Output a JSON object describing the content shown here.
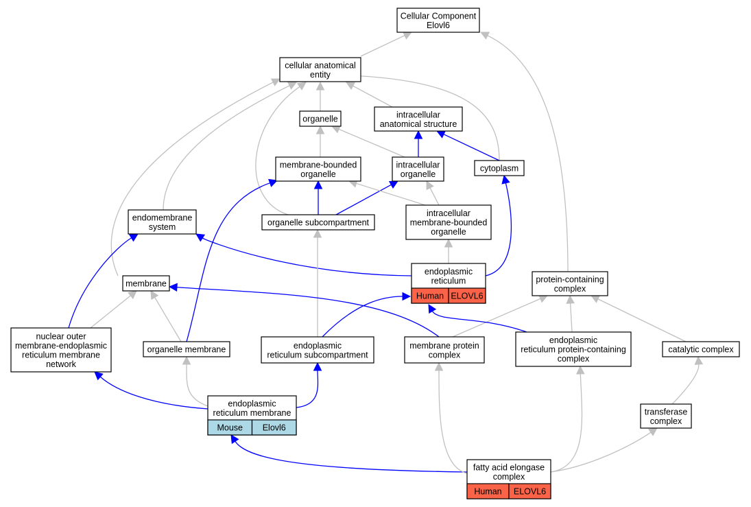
{
  "colors": {
    "human": "#fa6347",
    "mouse": "#add8e6",
    "is_a_edge": "#c0c0c0",
    "part_of_edge": "#0000ff"
  },
  "nodes": [
    {
      "id": "cc_root",
      "lines": [
        "Cellular Component",
        "Elovl6"
      ]
    },
    {
      "id": "cellular_anatomical_entity",
      "lines": [
        "cellular anatomical",
        "entity"
      ]
    },
    {
      "id": "organelle",
      "lines": [
        "organelle"
      ]
    },
    {
      "id": "intracellular_anatomical_structure",
      "lines": [
        "intracellular",
        "anatomical structure"
      ]
    },
    {
      "id": "membrane_bounded_organelle",
      "lines": [
        "membrane-bounded",
        "organelle"
      ]
    },
    {
      "id": "intracellular_organelle",
      "lines": [
        "intracellular",
        "organelle"
      ]
    },
    {
      "id": "cytoplasm",
      "lines": [
        "cytoplasm"
      ]
    },
    {
      "id": "endomembrane_system",
      "lines": [
        "endomembrane",
        "system"
      ]
    },
    {
      "id": "organelle_subcompartment",
      "lines": [
        "organelle subcompartment"
      ]
    },
    {
      "id": "intracellular_membrane_bounded_organelle",
      "lines": [
        "intracellular",
        "membrane-bounded",
        "organelle"
      ]
    },
    {
      "id": "endoplasmic_reticulum",
      "lines": [
        "endoplasmic",
        "reticulum"
      ],
      "annotation": {
        "species": "Human",
        "gene": "ELOVL6"
      }
    },
    {
      "id": "protein_containing_complex",
      "lines": [
        "protein-containing",
        "complex"
      ]
    },
    {
      "id": "membrane",
      "lines": [
        "membrane"
      ]
    },
    {
      "id": "nuclear_outer_membrane_er_network",
      "lines": [
        "nuclear outer",
        "membrane-endoplasmic",
        "reticulum membrane",
        "network"
      ]
    },
    {
      "id": "organelle_membrane",
      "lines": [
        "organelle membrane"
      ]
    },
    {
      "id": "er_subcompartment",
      "lines": [
        "endoplasmic",
        "reticulum subcompartment"
      ]
    },
    {
      "id": "membrane_protein_complex",
      "lines": [
        "membrane protein",
        "complex"
      ]
    },
    {
      "id": "er_protein_containing_complex",
      "lines": [
        "endoplasmic",
        "reticulum protein-containing",
        "complex"
      ]
    },
    {
      "id": "catalytic_complex",
      "lines": [
        "catalytic complex"
      ]
    },
    {
      "id": "er_membrane",
      "lines": [
        "endoplasmic",
        "reticulum membrane"
      ],
      "annotation": {
        "species": "Mouse",
        "gene": "Elovl6"
      }
    },
    {
      "id": "transferase_complex",
      "lines": [
        "transferase",
        "complex"
      ]
    },
    {
      "id": "fatty_acid_elongase_complex",
      "lines": [
        "fatty acid elongase",
        "complex"
      ],
      "annotation": {
        "species": "Human",
        "gene": "ELOVL6"
      }
    }
  ],
  "edges": [
    {
      "from": "cellular_anatomical_entity",
      "to": "cc_root",
      "type": "is_a"
    },
    {
      "from": "protein_containing_complex",
      "to": "cc_root",
      "type": "is_a"
    },
    {
      "from": "organelle",
      "to": "cellular_anatomical_entity",
      "type": "is_a"
    },
    {
      "from": "intracellular_anatomical_structure",
      "to": "cellular_anatomical_entity",
      "type": "is_a"
    },
    {
      "from": "cytoplasm",
      "to": "cellular_anatomical_entity",
      "type": "is_a"
    },
    {
      "from": "endomembrane_system",
      "to": "cellular_anatomical_entity",
      "type": "is_a"
    },
    {
      "from": "membrane",
      "to": "cellular_anatomical_entity",
      "type": "is_a"
    },
    {
      "from": "organelle_subcompartment",
      "to": "cellular_anatomical_entity",
      "type": "is_a"
    },
    {
      "from": "membrane_bounded_organelle",
      "to": "organelle",
      "type": "is_a"
    },
    {
      "from": "intracellular_organelle",
      "to": "organelle",
      "type": "is_a"
    },
    {
      "from": "intracellular_organelle",
      "to": "intracellular_anatomical_structure",
      "type": "part_of"
    },
    {
      "from": "cytoplasm",
      "to": "intracellular_anatomical_structure",
      "type": "part_of"
    },
    {
      "from": "organelle_subcompartment",
      "to": "membrane_bounded_organelle",
      "type": "part_of"
    },
    {
      "from": "organelle_subcompartment",
      "to": "intracellular_organelle",
      "type": "part_of"
    },
    {
      "from": "intracellular_membrane_bounded_organelle",
      "to": "membrane_bounded_organelle",
      "type": "is_a"
    },
    {
      "from": "intracellular_membrane_bounded_organelle",
      "to": "intracellular_organelle",
      "type": "is_a"
    },
    {
      "from": "endoplasmic_reticulum",
      "to": "intracellular_membrane_bounded_organelle",
      "type": "is_a"
    },
    {
      "from": "endoplasmic_reticulum",
      "to": "endomembrane_system",
      "type": "part_of"
    },
    {
      "from": "endoplasmic_reticulum",
      "to": "cytoplasm",
      "type": "part_of"
    },
    {
      "from": "er_subcompartment",
      "to": "organelle_subcompartment",
      "type": "is_a"
    },
    {
      "from": "er_subcompartment",
      "to": "endoplasmic_reticulum",
      "type": "part_of"
    },
    {
      "from": "organelle_membrane",
      "to": "membrane_bounded_organelle",
      "type": "part_of"
    },
    {
      "from": "organelle_membrane",
      "to": "membrane",
      "type": "is_a"
    },
    {
      "from": "nuclear_outer_membrane_er_network",
      "to": "endomembrane_system",
      "type": "part_of"
    },
    {
      "from": "nuclear_outer_membrane_er_network",
      "to": "membrane",
      "type": "is_a"
    },
    {
      "from": "membrane_protein_complex",
      "to": "membrane",
      "type": "part_of"
    },
    {
      "from": "membrane_protein_complex",
      "to": "protein_containing_complex",
      "type": "is_a"
    },
    {
      "from": "er_protein_containing_complex",
      "to": "endoplasmic_reticulum",
      "type": "part_of"
    },
    {
      "from": "er_protein_containing_complex",
      "to": "protein_containing_complex",
      "type": "is_a"
    },
    {
      "from": "catalytic_complex",
      "to": "protein_containing_complex",
      "type": "is_a"
    },
    {
      "from": "er_membrane",
      "to": "organelle_membrane",
      "type": "is_a"
    },
    {
      "from": "er_membrane",
      "to": "er_subcompartment",
      "type": "part_of"
    },
    {
      "from": "er_membrane",
      "to": "nuclear_outer_membrane_er_network",
      "type": "part_of"
    },
    {
      "from": "transferase_complex",
      "to": "catalytic_complex",
      "type": "is_a"
    },
    {
      "from": "fatty_acid_elongase_complex",
      "to": "er_membrane",
      "type": "part_of"
    },
    {
      "from": "fatty_acid_elongase_complex",
      "to": "membrane_protein_complex",
      "type": "is_a"
    },
    {
      "from": "fatty_acid_elongase_complex",
      "to": "er_protein_containing_complex",
      "type": "is_a"
    },
    {
      "from": "fatty_acid_elongase_complex",
      "to": "transferase_complex",
      "type": "is_a"
    }
  ]
}
